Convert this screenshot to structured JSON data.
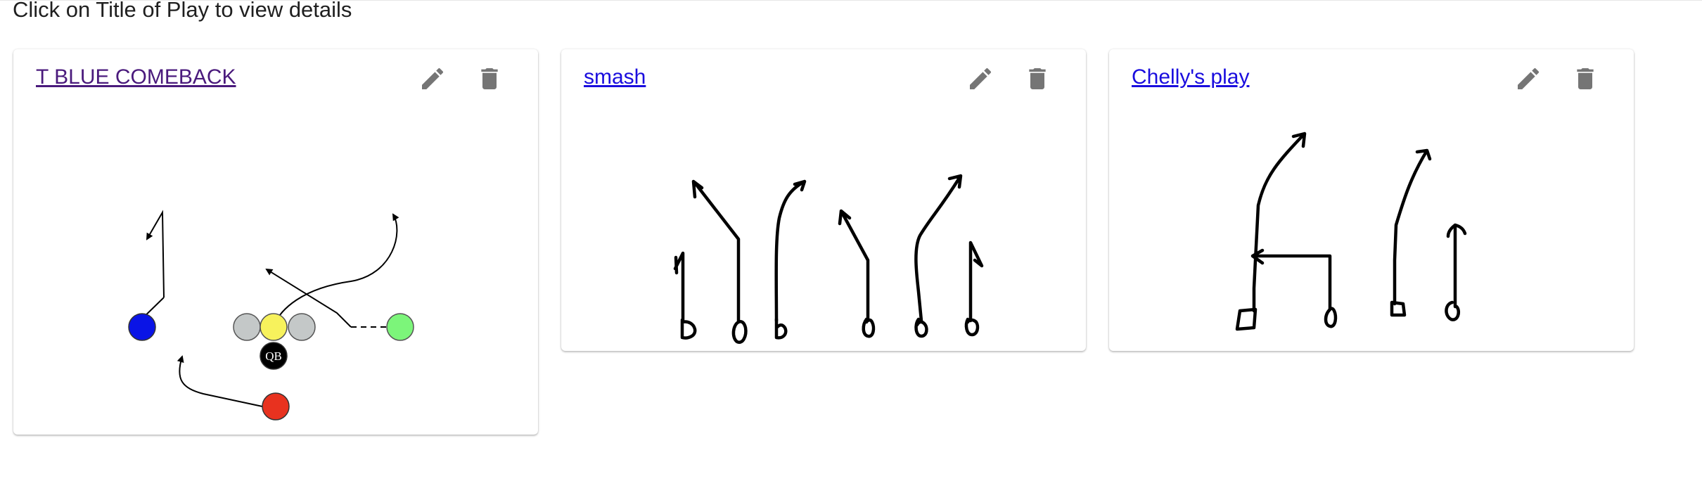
{
  "page": {
    "instructions": "Click on Title of Play to view details"
  },
  "plays": [
    {
      "title": "T BLUE COMEBACK",
      "visited": true
    },
    {
      "title": "smash",
      "visited": false
    },
    {
      "title": "Chelly's play",
      "visited": false
    }
  ],
  "icons": {
    "edit": "pencil-icon",
    "delete": "trash-icon"
  },
  "colors": {
    "icon": "#757575",
    "visited_link": "#4a1a7c",
    "link": "#1a0dde",
    "player_blue": "#0a14e6",
    "player_yellow": "#f7f25c",
    "player_gray": "#c4c8c8",
    "player_green": "#7cf57a",
    "player_red": "#e8321f",
    "player_qb": "#000000"
  },
  "diagram_labels": {
    "qb": "QB"
  }
}
